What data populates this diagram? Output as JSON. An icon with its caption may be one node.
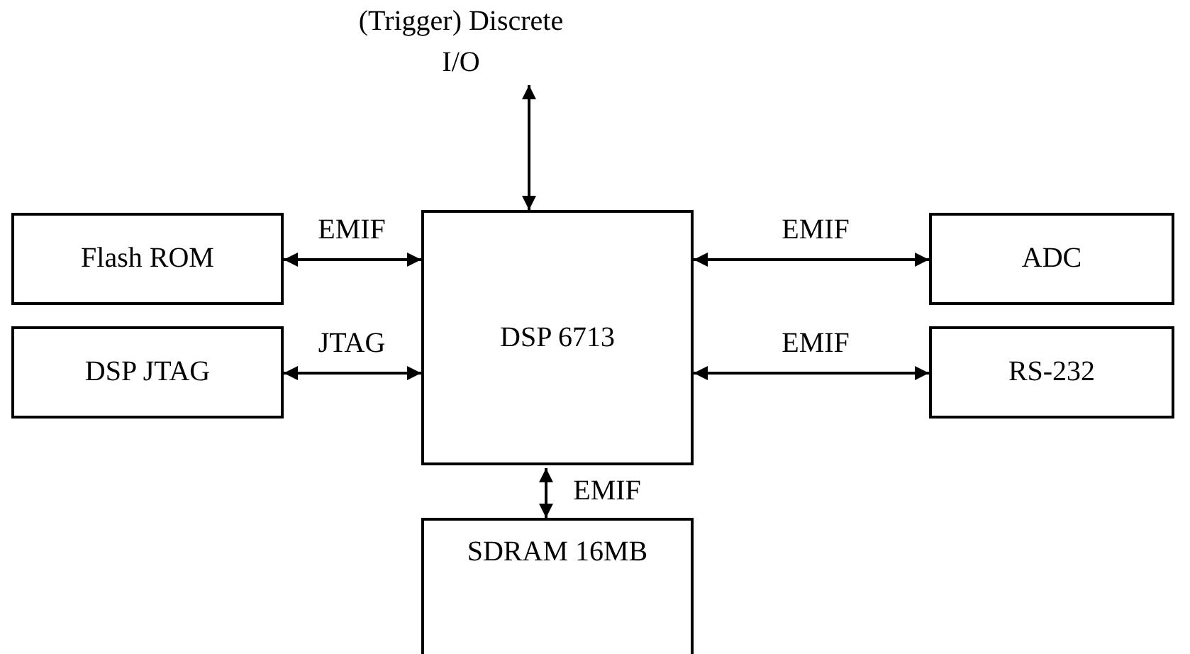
{
  "diagram": {
    "nodes": [
      {
        "text": [
          "(Trigger) Discrete I/O"
        ]
      },
      {
        "text": [
          "Flash ROM"
        ]
      },
      {
        "text": [
          "DSP JTAG"
        ]
      },
      {
        "text": [
          "DSP 6713"
        ]
      },
      {
        "text": [
          "ADC"
        ]
      },
      {
        "text": [
          "RS-232"
        ]
      },
      {
        "text": [
          "SDRAM 16MB"
        ]
      }
    ],
    "edges": [
      {
        "from": 0,
        "to": 3,
        "arrow": "both"
      },
      {
        "from": 1,
        "to": 3,
        "arrow": "both",
        "label": "EMIF"
      },
      {
        "from": 2,
        "to": 3,
        "arrow": "both",
        "label": "JTAG"
      },
      {
        "from": 3,
        "to": 4,
        "arrow": "both",
        "label": "EMIF"
      },
      {
        "from": 3,
        "to": 5,
        "arrow": "both",
        "label": "EMIF"
      },
      {
        "from": 3,
        "to": 6,
        "arrow": "both",
        "label": "EMIF"
      }
    ]
  }
}
